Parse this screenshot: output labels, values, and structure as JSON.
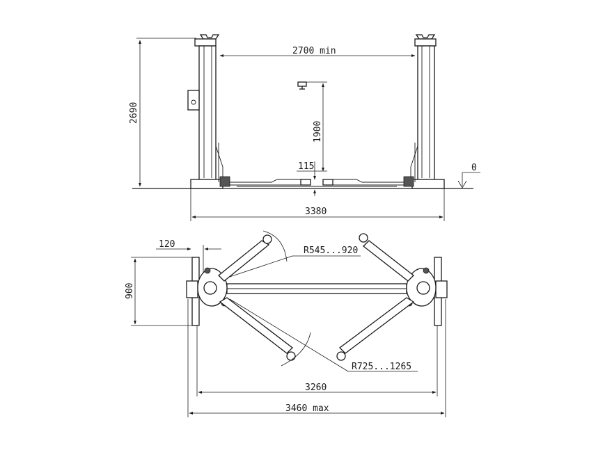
{
  "front_view": {
    "inner_width_label": "2700 min",
    "height_label": "2690",
    "lift_height_label": "1900",
    "min_height_label": "115",
    "base_width_label": "3380",
    "floor_label": "0"
  },
  "top_view": {
    "offset_label": "120",
    "short_arm_label": "R545...920",
    "depth_label": "900",
    "long_arm_label": "R725...1265",
    "inner_span_label": "3260",
    "outer_span_label": "3460 max"
  }
}
